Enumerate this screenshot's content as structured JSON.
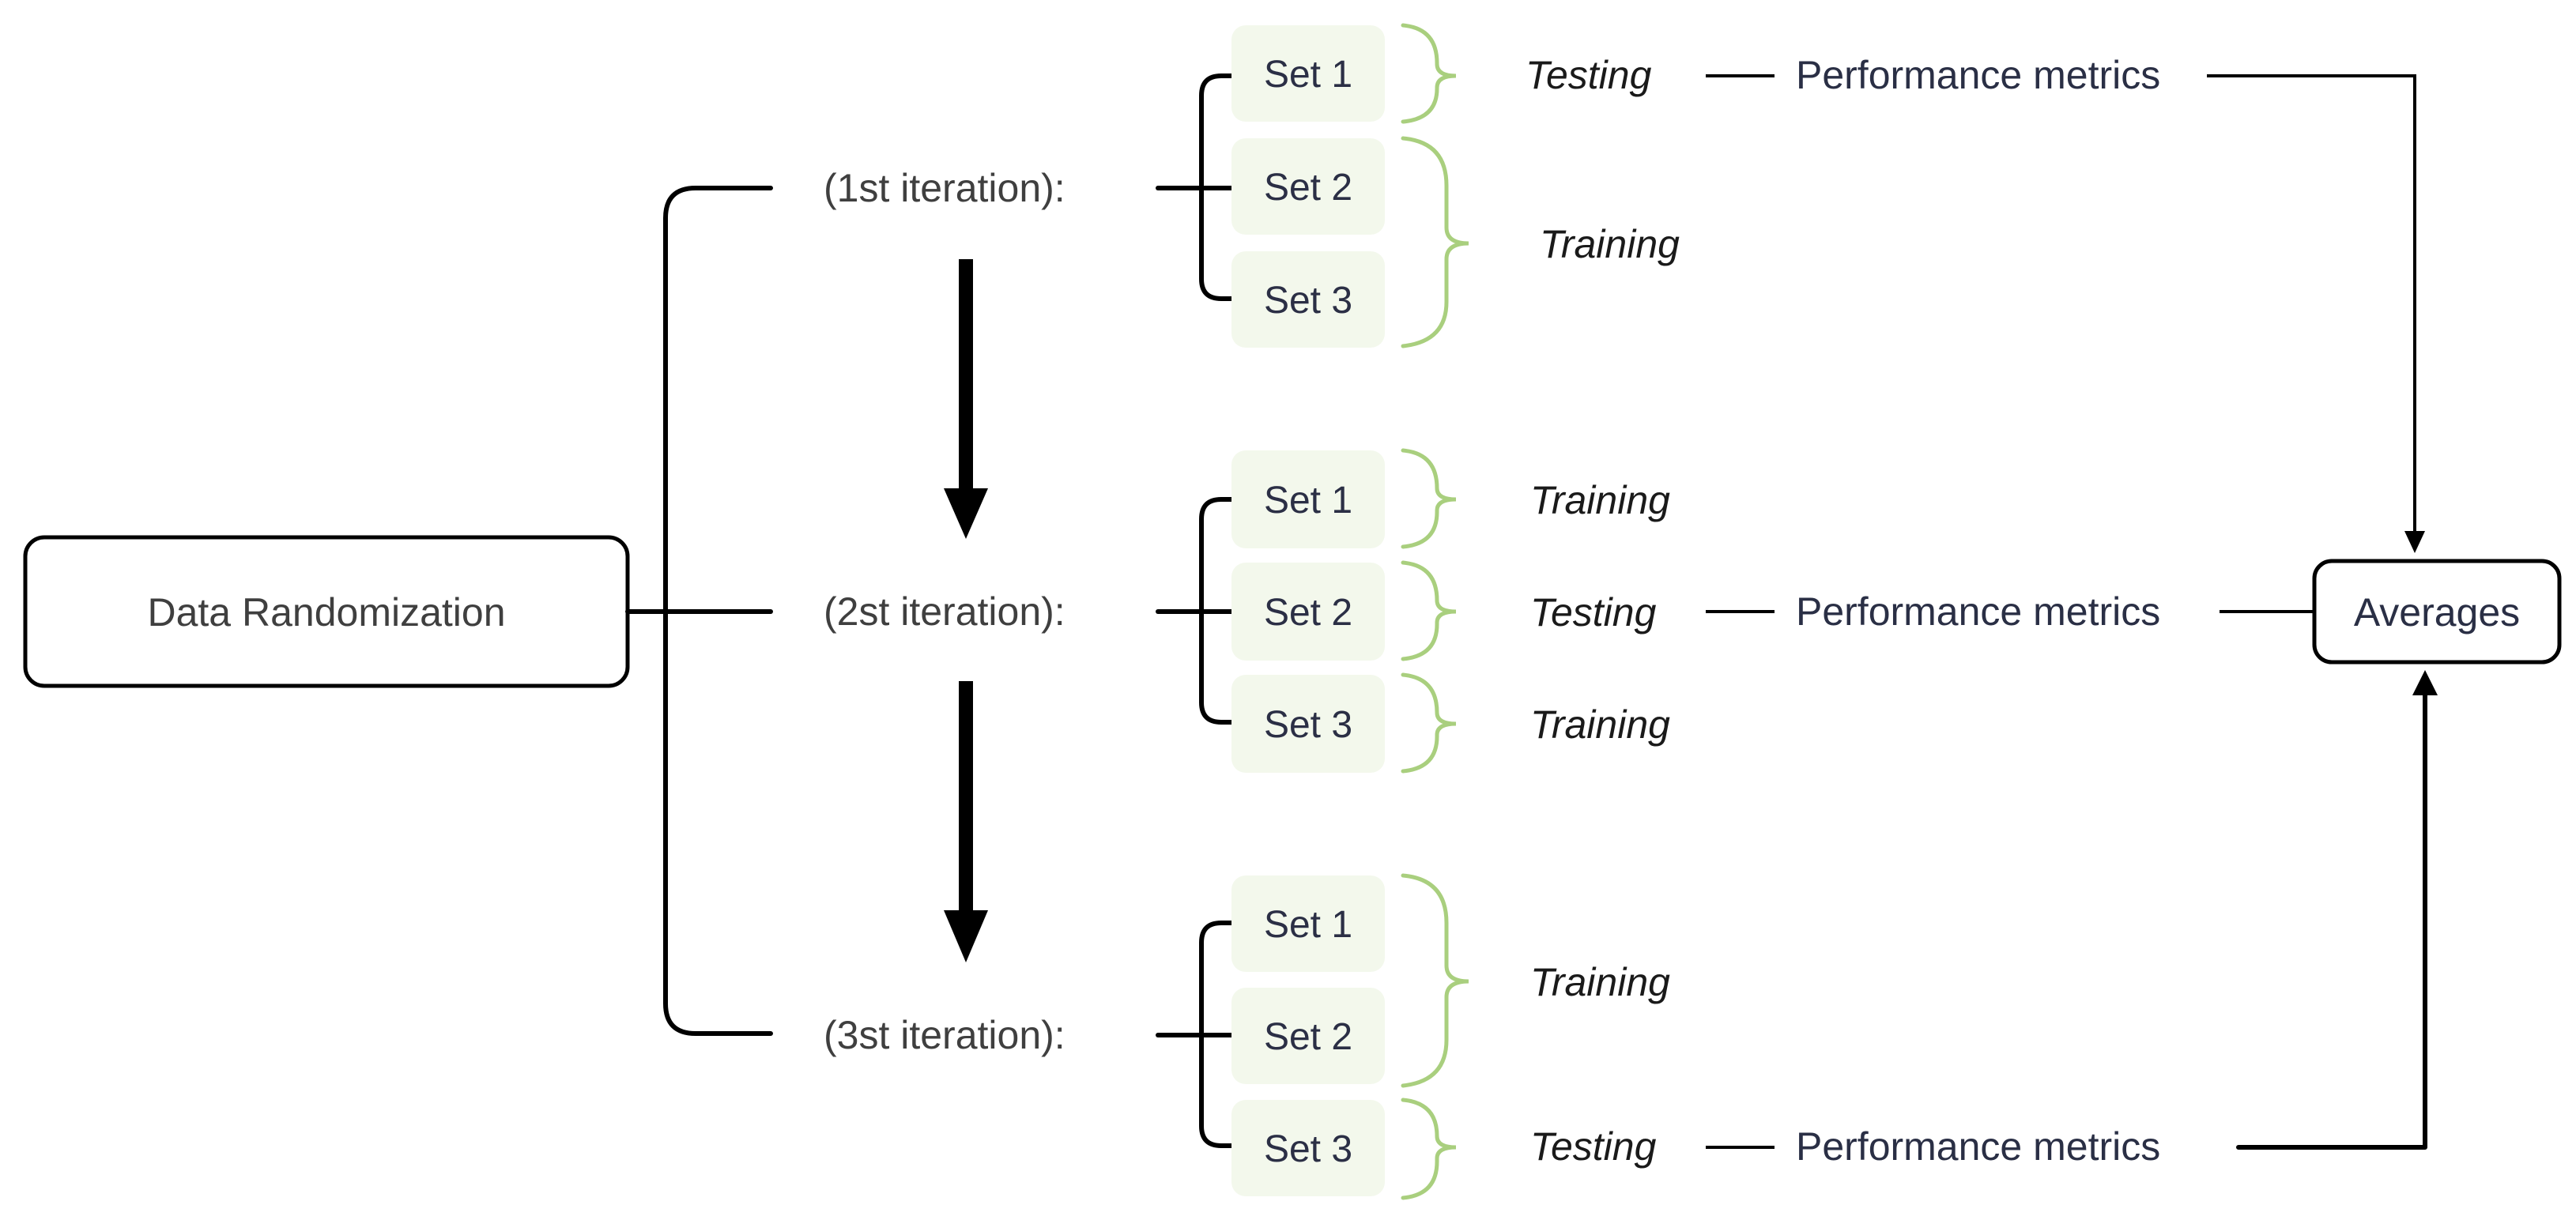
{
  "start_label": "Data Randomization",
  "end_label": "Averages",
  "iterations": [
    {
      "label": "(1st iteration):",
      "sets": [
        "Set 1",
        "Set 2",
        "Set  3"
      ],
      "roles": [
        {
          "text": "Testing",
          "metrics": "Performance metrics"
        },
        {
          "text": "Training"
        }
      ]
    },
    {
      "label": "(2st iteration):",
      "sets": [
        "Set 1",
        "Set 2",
        "Set 3"
      ],
      "roles": [
        {
          "text": "Training"
        },
        {
          "text": "Testing",
          "metrics": "Performance metrics"
        },
        {
          "text": "Training"
        }
      ]
    },
    {
      "label": "(3st iteration):",
      "sets": [
        "Set 1",
        "Set 2",
        "Set 3"
      ],
      "roles": [
        {
          "text": "Training"
        },
        {
          "text": "Testing",
          "metrics": "Performance metrics"
        }
      ]
    }
  ],
  "colors": {
    "set_box_fill": "#f3f8ec",
    "brace_green": "#a9cf7e",
    "line": "#000000"
  }
}
